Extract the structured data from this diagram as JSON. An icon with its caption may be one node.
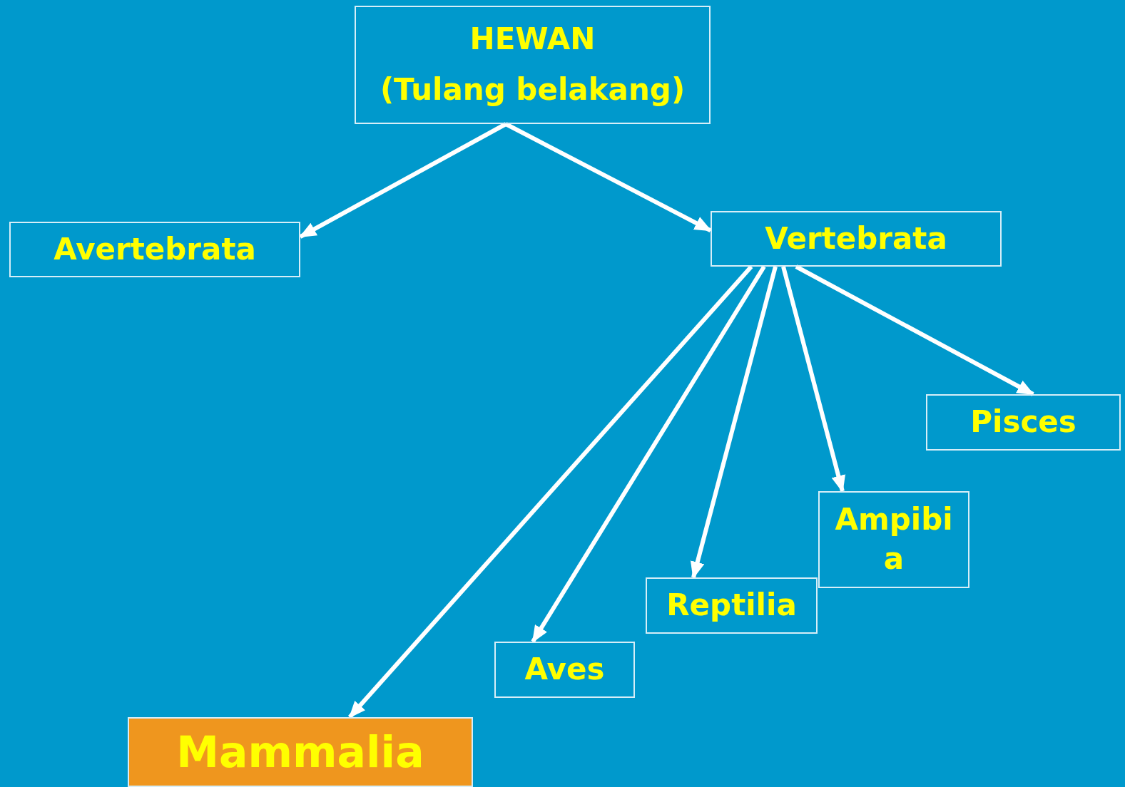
{
  "diagram": {
    "nodes": [
      {
        "text": [
          "HEWAN",
          "(Tulang belakang)"
        ]
      },
      {
        "text": [
          "Avertebrata"
        ]
      },
      {
        "text": [
          "Vertebrata"
        ]
      },
      {
        "text": [
          "Pisces"
        ]
      },
      {
        "text": [
          "Ampibi a"
        ]
      },
      {
        "text": [
          "Reptilia"
        ]
      },
      {
        "text": [
          "Aves"
        ]
      },
      {
        "text": [
          "Mammalia"
        ]
      }
    ],
    "edges": [
      {
        "from": 0,
        "to": 1,
        "arrow": "to"
      },
      {
        "from": 0,
        "to": 2,
        "arrow": "to"
      },
      {
        "from": 2,
        "to": 7,
        "arrow": "to"
      },
      {
        "from": 2,
        "to": 6,
        "arrow": "to"
      },
      {
        "from": 2,
        "to": 5,
        "arrow": "to"
      },
      {
        "from": 2,
        "to": 4,
        "arrow": "to"
      },
      {
        "from": 2,
        "to": 3,
        "arrow": "to"
      }
    ]
  }
}
